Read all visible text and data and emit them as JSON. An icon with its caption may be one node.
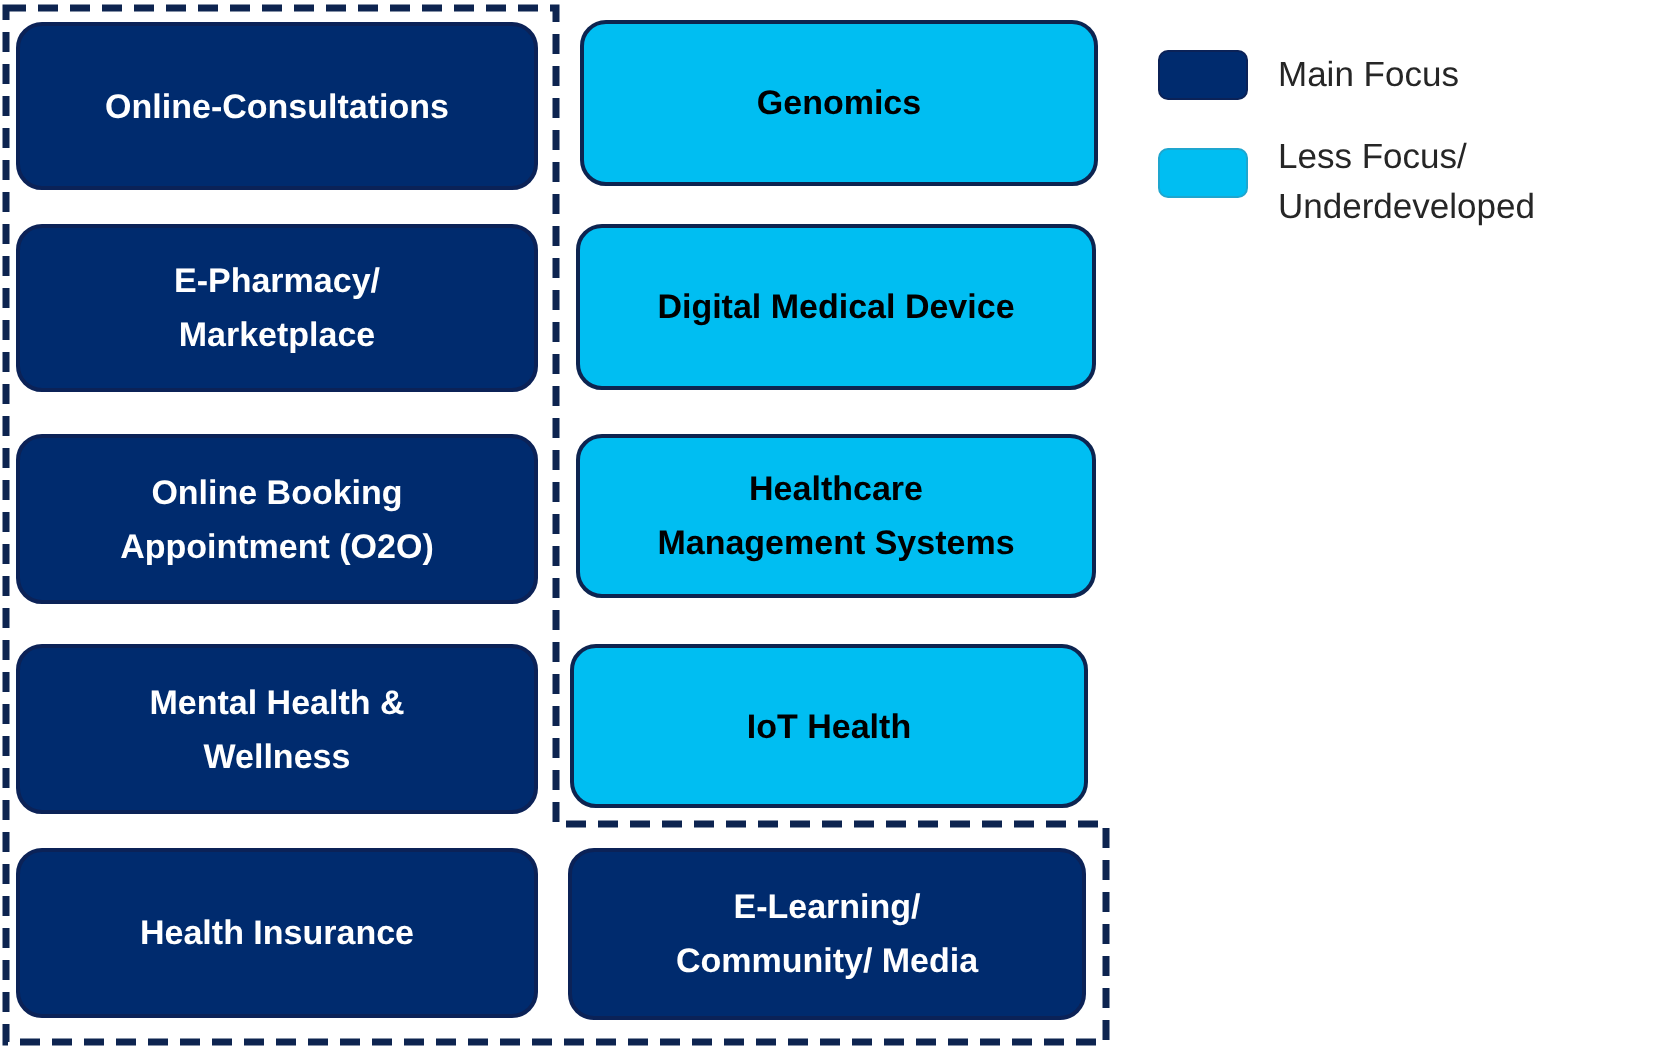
{
  "diagram": {
    "nodes": [
      {
        "text": [
          "Online-Consultations"
        ]
      },
      {
        "text": [
          "Genomics"
        ]
      },
      {
        "text": [
          "E-Pharmacy/ Marketplace"
        ]
      },
      {
        "text": [
          "Digital Medical Device"
        ]
      },
      {
        "text": [
          "Online Booking Appointment (O2O)"
        ]
      },
      {
        "text": [
          "Healthcare Management Systems"
        ]
      },
      {
        "text": [
          "Mental Health & Wellness"
        ]
      },
      {
        "text": [
          "IoT Health"
        ]
      },
      {
        "text": [
          "Health Insurance"
        ]
      },
      {
        "text": [
          "E-Learning/ Community/ Media"
        ]
      }
    ],
    "edges": [],
    "legend": [
      {
        "text": "Main Focus",
        "color": "#002b6e"
      },
      {
        "text": "Less Focus/ Underdeveloped",
        "color": "#00bef2"
      }
    ]
  }
}
